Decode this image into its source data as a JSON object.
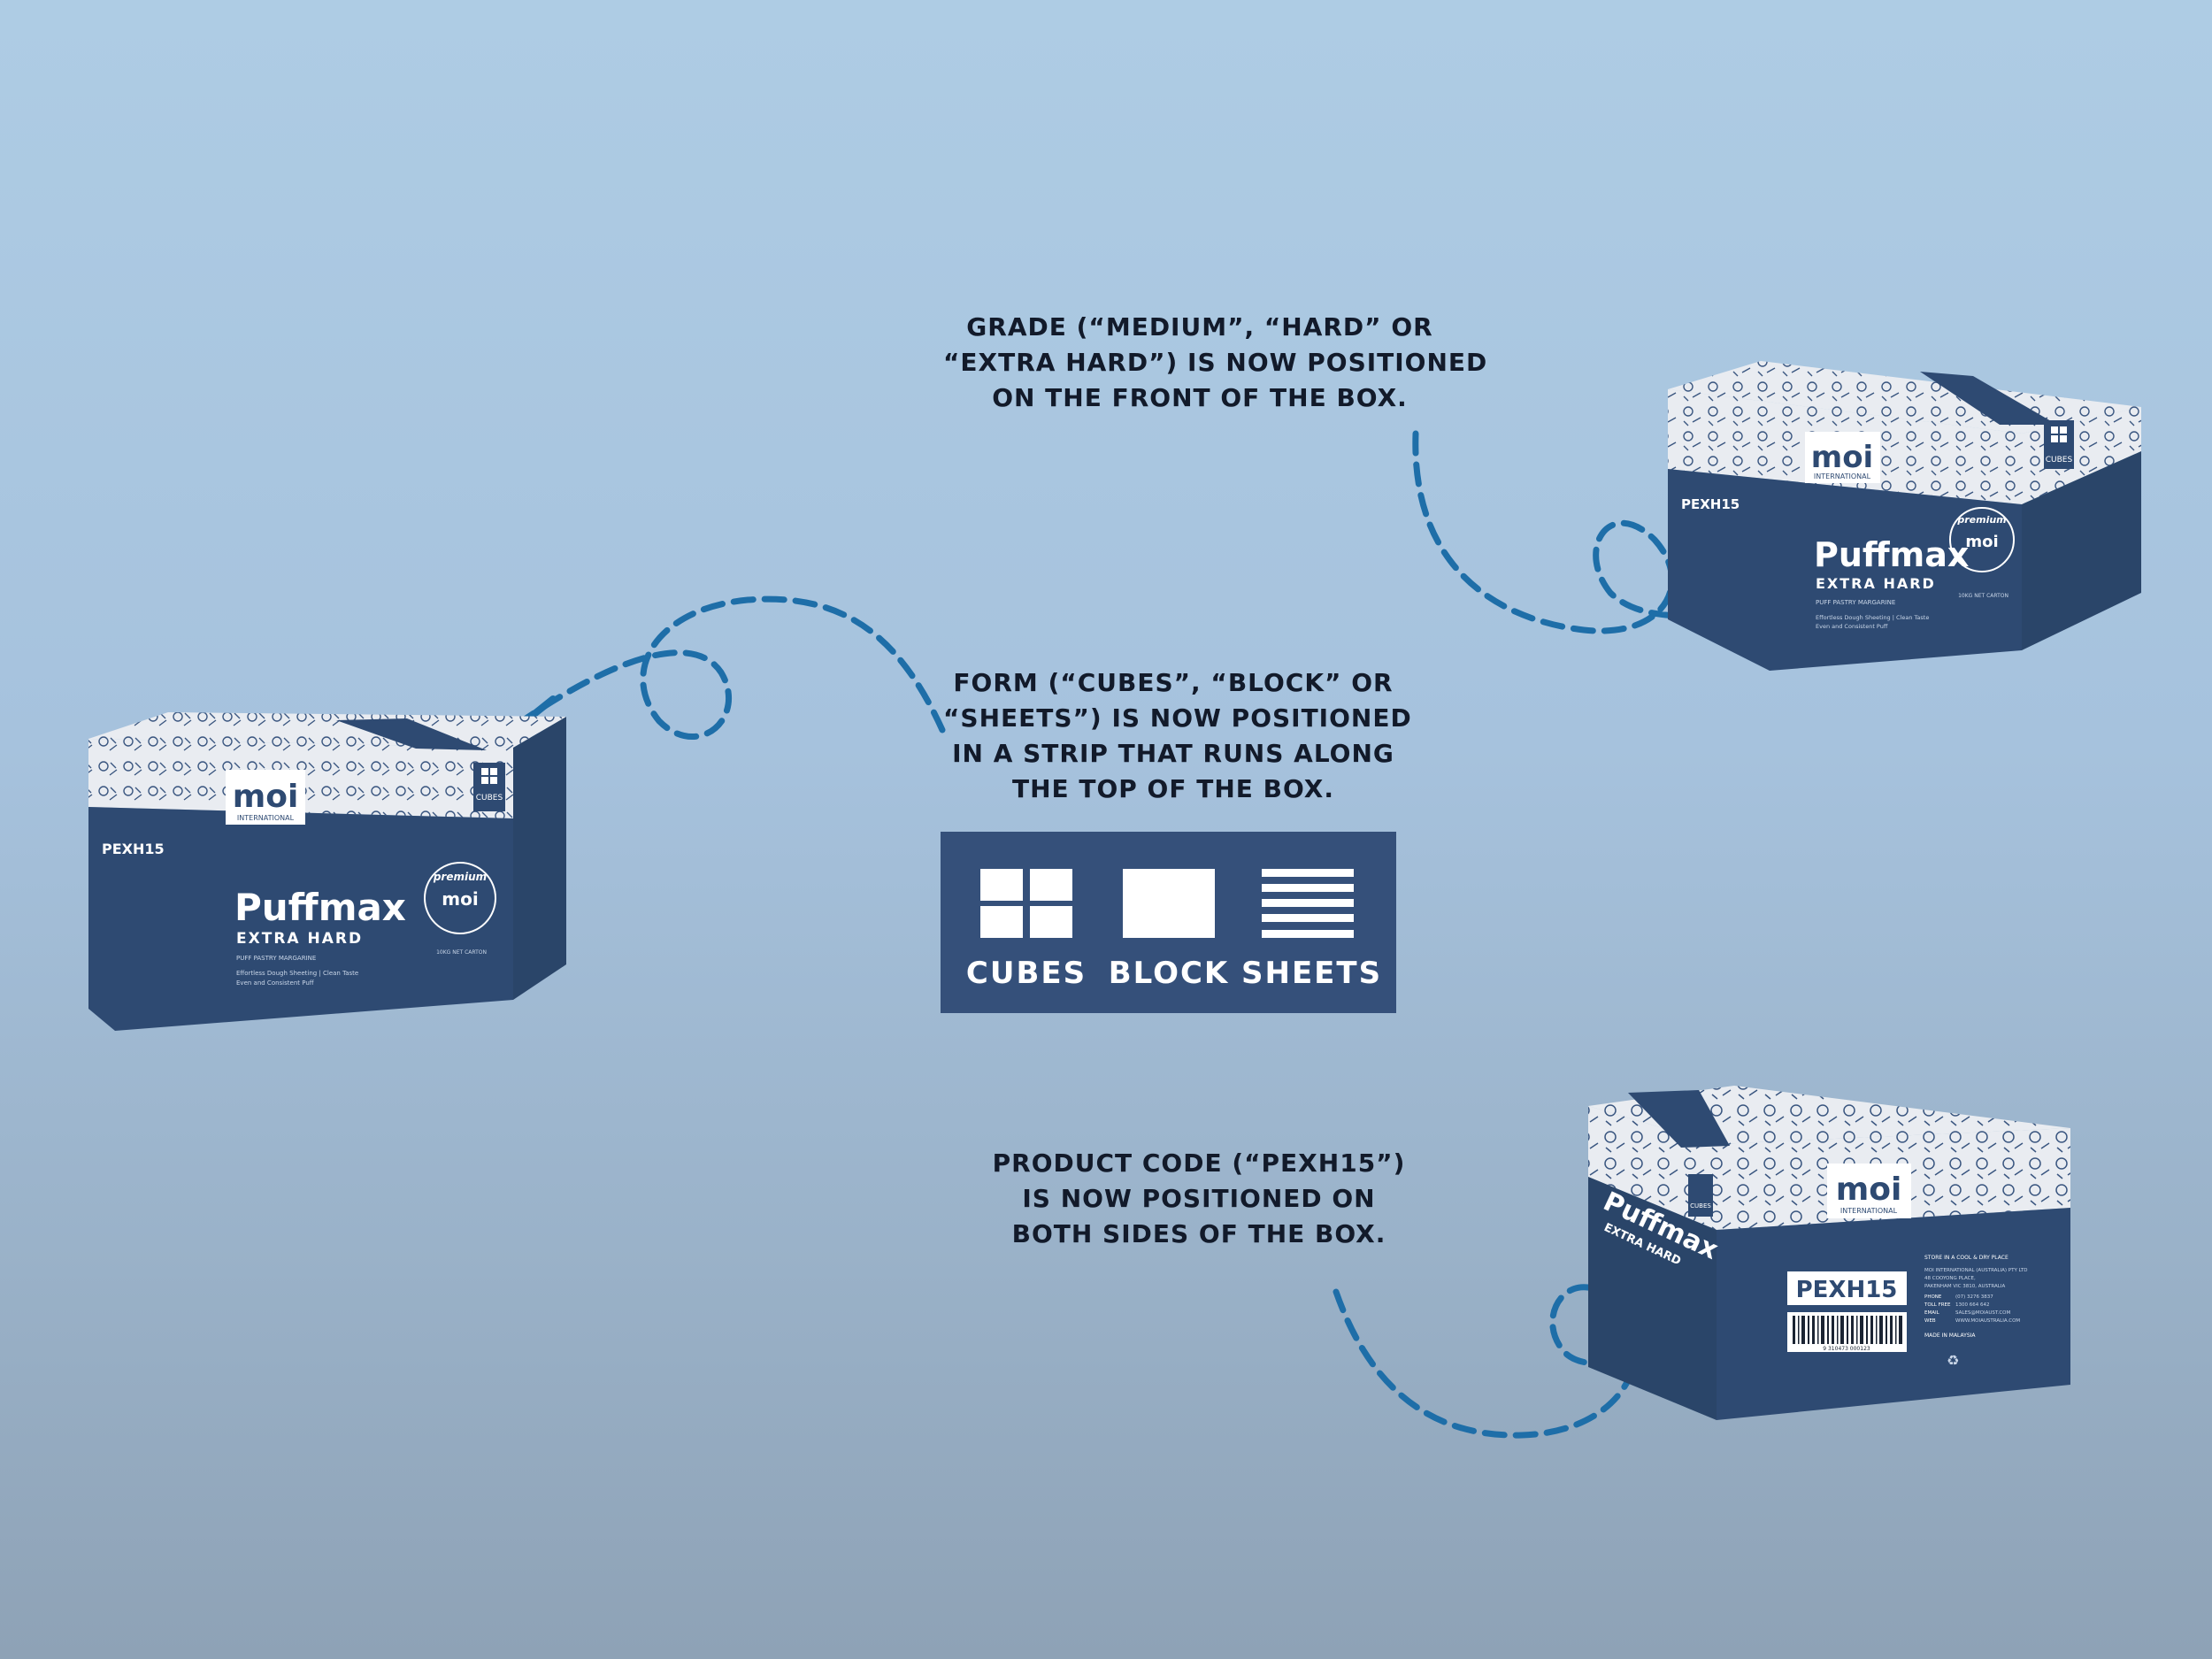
{
  "callouts": {
    "grade": [
      "GRADE (“MEDIUM”, “HARD” OR",
      "“EXTRA HARD”) IS NOW POSITIONED",
      "ON THE FRONT OF THE BOX."
    ],
    "form": [
      "FORM (“CUBES”, “BLOCK” OR",
      "“SHEETS”) IS NOW POSITIONED",
      "IN A STRIP THAT RUNS ALONG",
      "THE TOP OF THE BOX."
    ],
    "code": [
      "PRODUCT CODE (“PEXH15”)",
      "IS NOW POSITIONED ON",
      "BOTH SIDES OF THE BOX."
    ]
  },
  "forms": [
    {
      "label": "CUBES",
      "icon": "cubes-icon"
    },
    {
      "label": "BLOCK",
      "icon": "block-icon"
    },
    {
      "label": "SHEETS",
      "icon": "sheets-icon"
    }
  ],
  "box": {
    "brand": "moi",
    "brand_sub": "INTERNATIONAL",
    "product": "Puffmax",
    "grade": "EXTRA HARD",
    "type_line": "PUFF PASTRY MARGARINE",
    "tagline_1": "Effortless Dough Sheeting | Clean Taste",
    "tagline_2": "Even and Consistent Puff",
    "net": "10KG NET CARTON",
    "form_badge": "CUBES",
    "code": "PEXH15",
    "seal_top": "premium",
    "seal_mark": "moi",
    "store": "STORE IN A COOL & DRY PLACE",
    "company": "MOI INTERNATIONAL (AUSTRALIA) PTY LTD",
    "address_1": "48 COOYONG PLACE,",
    "address_2": "PAKENHAM VIC 3810, AUSTRALIA",
    "phone_label": "PHONE",
    "phone": "(07) 3276 3837",
    "tollfree_label": "TOLL FREE",
    "tollfree": "1300 664 642",
    "email_label": "EMAIL",
    "email": "SALES@MOIAUST.COM",
    "web_label": "WEB",
    "web": "WWW.MOIAUSTRALIA.COM",
    "made_in": "MADE IN MALAYSIA",
    "barcode_number": "9 310473 000123"
  },
  "colors": {
    "navy": "#2e4a72",
    "arrow": "#1e6ea8",
    "pattern_bg": "#e9ecf1"
  }
}
